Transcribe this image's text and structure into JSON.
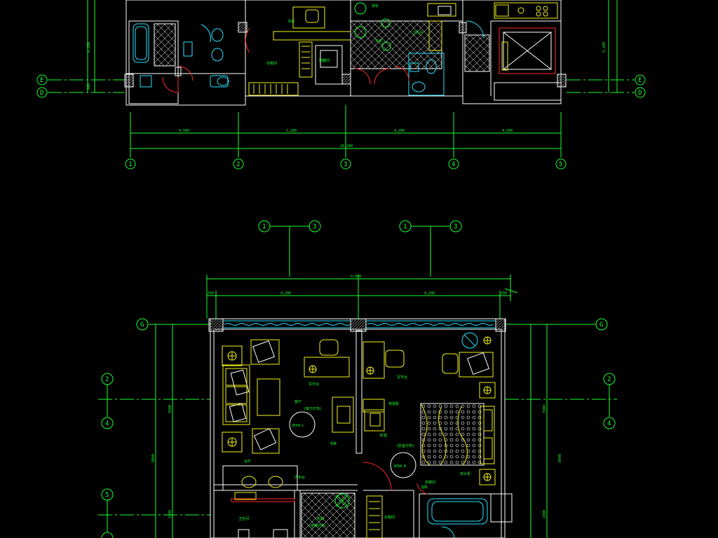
{
  "plan_top": {
    "axis_labels": [
      "1",
      "2",
      "3",
      "4",
      "5"
    ],
    "row_labels": [
      "E",
      "D"
    ],
    "dims": [
      "4,500",
      "2,200",
      "4,200",
      "4,500"
    ],
    "total_dim": "16,300"
  },
  "plan_bottom": {
    "top_axis_pairs": [
      [
        "1",
        "3"
      ],
      [
        "1",
        "3"
      ]
    ],
    "row_labels_top": [
      "G",
      "G"
    ],
    "side_labels_left": [
      "2",
      "4",
      "5"
    ],
    "side_labels_right": [
      "2",
      "4"
    ],
    "dims_top": [
      "250",
      "4,200",
      "4,200",
      "250"
    ],
    "total_dim": "9,000",
    "room_labels": [
      "客厅",
      "书房",
      "卧室",
      "卫生间",
      "走廊",
      "衣帽间"
    ],
    "detail_tags": [
      "SE04-L",
      "SE04-B"
    ]
  },
  "colors": {
    "background": "#000000",
    "axis": "#19ff2e",
    "walls": "#ffffff",
    "furniture": "#f2f21a",
    "glazing": "#27e3ff",
    "doors": "#ff2a2a"
  }
}
